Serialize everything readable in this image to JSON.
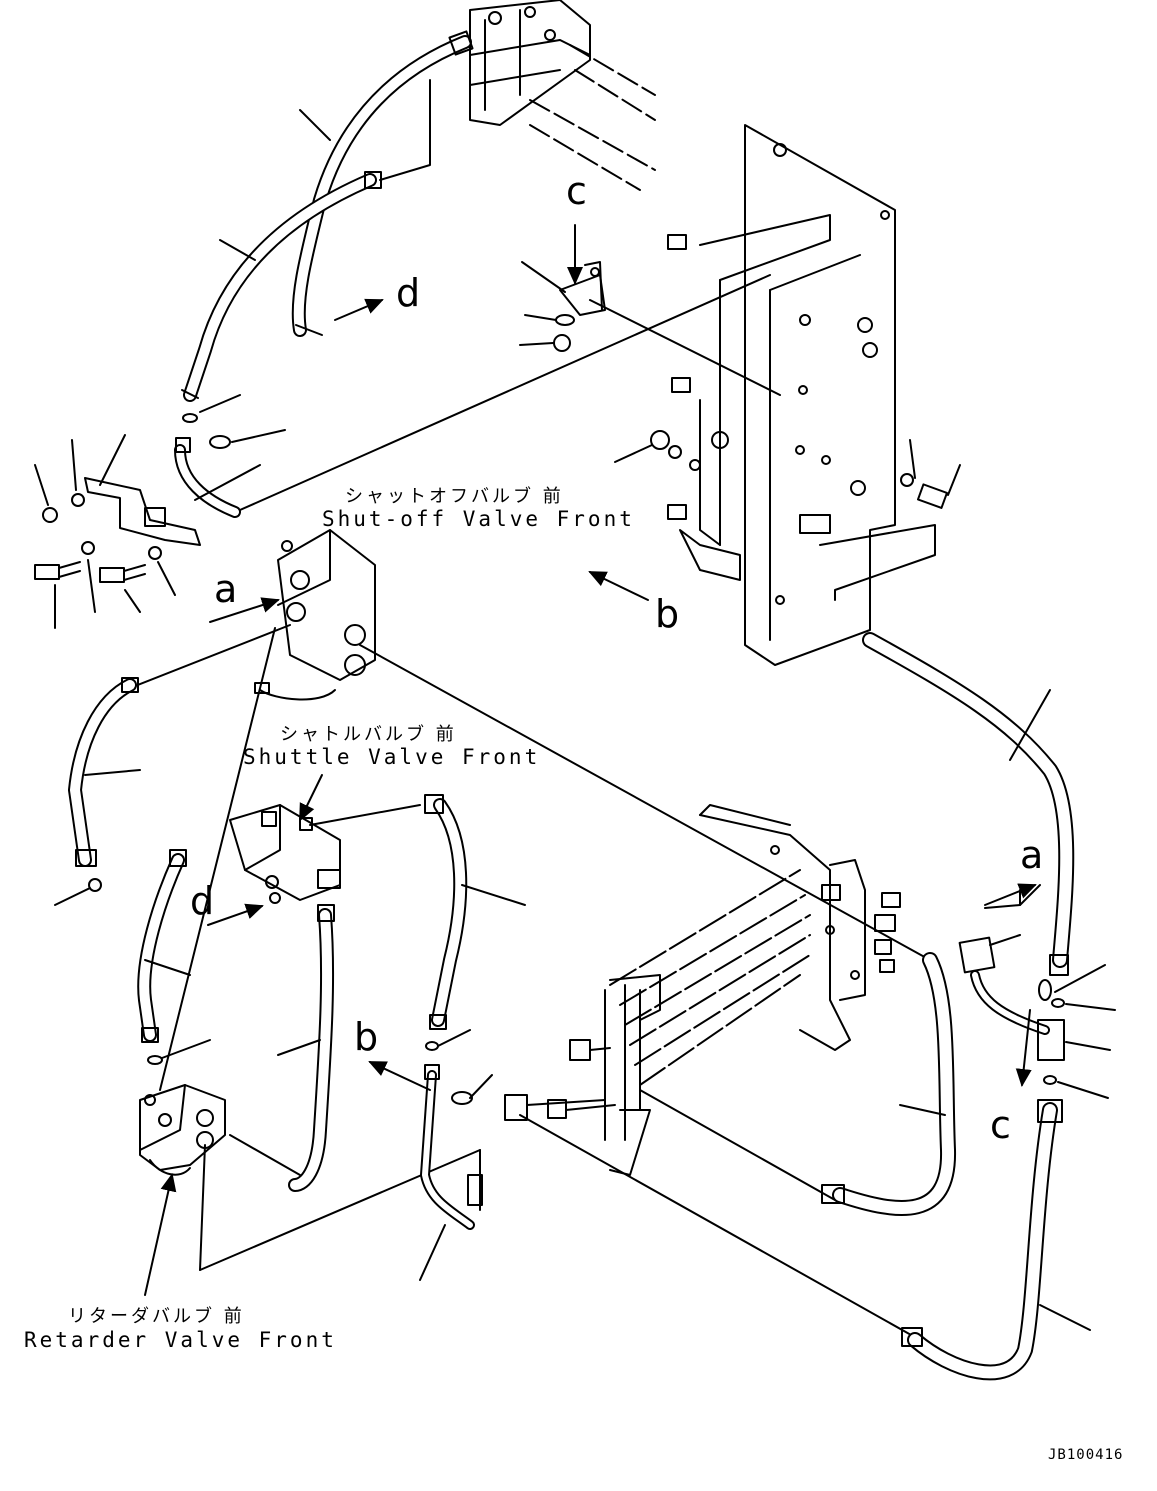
{
  "labels": {
    "shutoff_jp": "シャットオフバルブ 前",
    "shutoff_en": "Shut-off Valve Front",
    "shuttle_jp": "シャトルバルブ 前",
    "shuttle_en": "Shuttle Valve Front",
    "retarder_jp": "リターダバルブ 前",
    "retarder_en": "Retarder Valve Front"
  },
  "connection_letters": {
    "c_top": "c",
    "d_top": "d",
    "a_left": "a",
    "b_right": "b",
    "a_right": "a",
    "d_mid": "d",
    "b_mid": "b",
    "c_right": "c"
  },
  "drawing_code": "JB100416"
}
